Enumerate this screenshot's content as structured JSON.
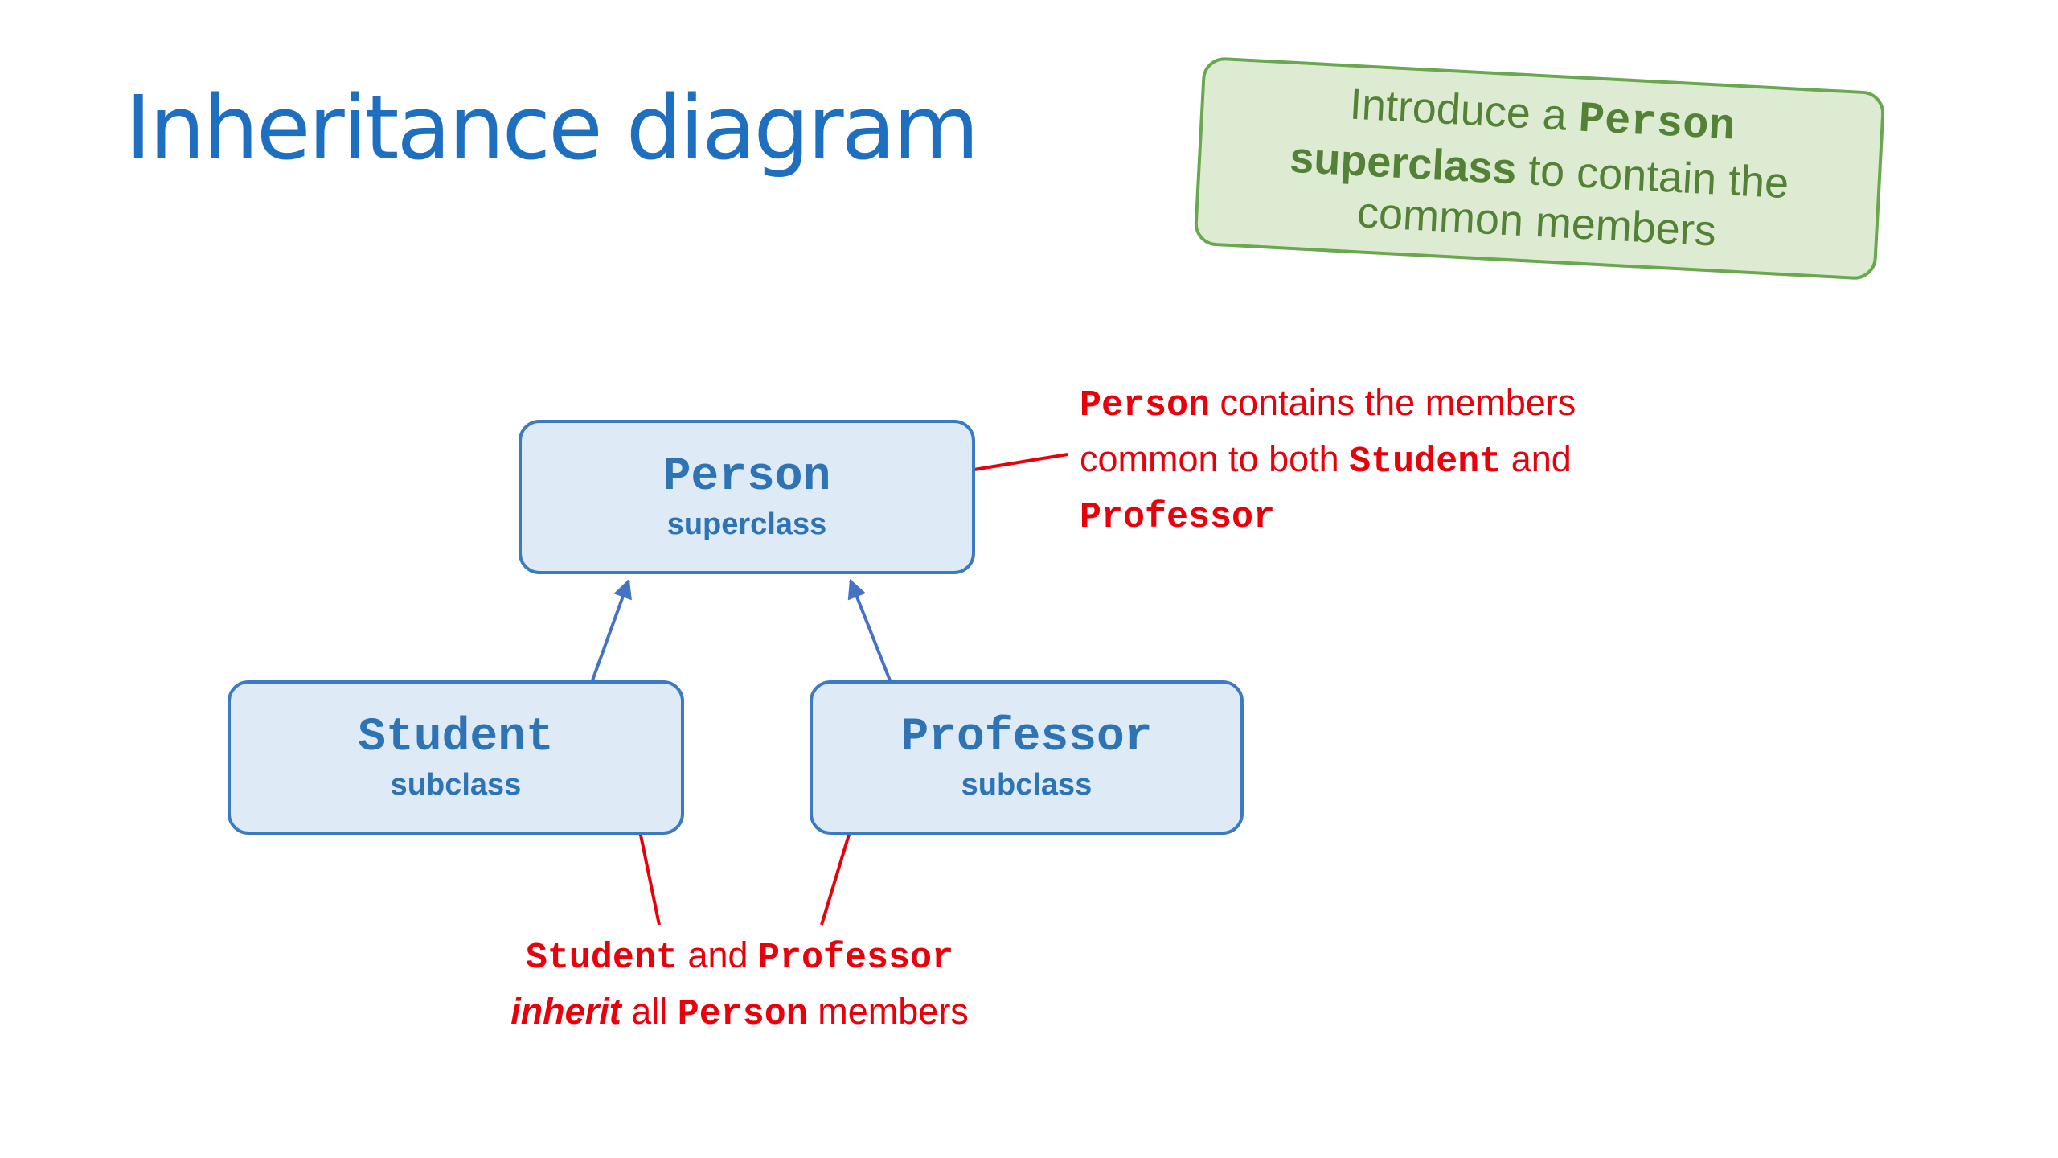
{
  "title": "Inheritance diagram",
  "callout": {
    "part1": "Introduce a ",
    "part2": "Person",
    "part3": "superclass",
    "part4": " to contain the",
    "part5": "common members"
  },
  "classes": {
    "person": {
      "name": "Person",
      "role": "superclass"
    },
    "student": {
      "name": "Student",
      "role": "subclass"
    },
    "professor": {
      "name": "Professor",
      "role": "subclass"
    }
  },
  "notes": {
    "person_note": {
      "w1": "Person",
      "t1": " contains the members",
      "t2": "common to both ",
      "w2": "Student",
      "t3": " and",
      "w3": "Professor"
    },
    "inherit_note": {
      "w1": "Student",
      "t1": " and ",
      "w2": "Professor",
      "i1": "inherit",
      "t2": " all ",
      "w3": "Person",
      "t3": " members"
    }
  },
  "colors": {
    "title": "#1f6fc0",
    "class_border": "#3a7bc2",
    "class_fill": "#deeaf6",
    "inherit_arrow": "#4472c4",
    "annotation": "#e8000b",
    "callout_border": "#6aa84f",
    "callout_fill": "#dcebd2",
    "callout_text": "#538135"
  }
}
